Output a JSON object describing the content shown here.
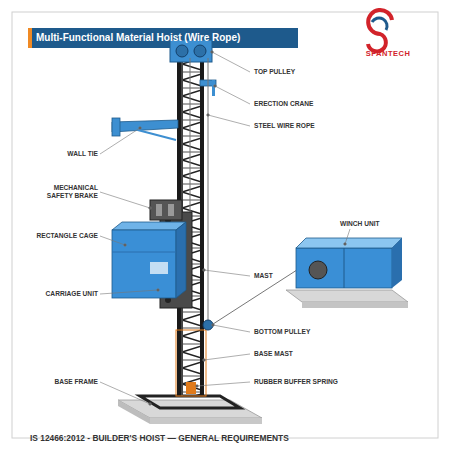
{
  "diagram": {
    "title": "Multi-Functional Material Hoist (Wire Rope)",
    "caption": "IS 12466:2012 - BUILDER'S HOIST — GENERAL REQUIREMENTS",
    "labels": [
      "SPANTECH",
      "TOP PULLEY",
      "ERECTION CRANE",
      "STEEL WIRE ROPE",
      "WALL TIE",
      "MECHANICAL SAFETY BRAKE",
      "RECTANGLE CAGE",
      "WINCH UNIT",
      "MAST",
      "CARRIAGE UNIT",
      "BOTTOM PULLEY",
      "BASE MAST",
      "BASE FRAME",
      "RUBBER BUFFER SPRING"
    ]
  }
}
